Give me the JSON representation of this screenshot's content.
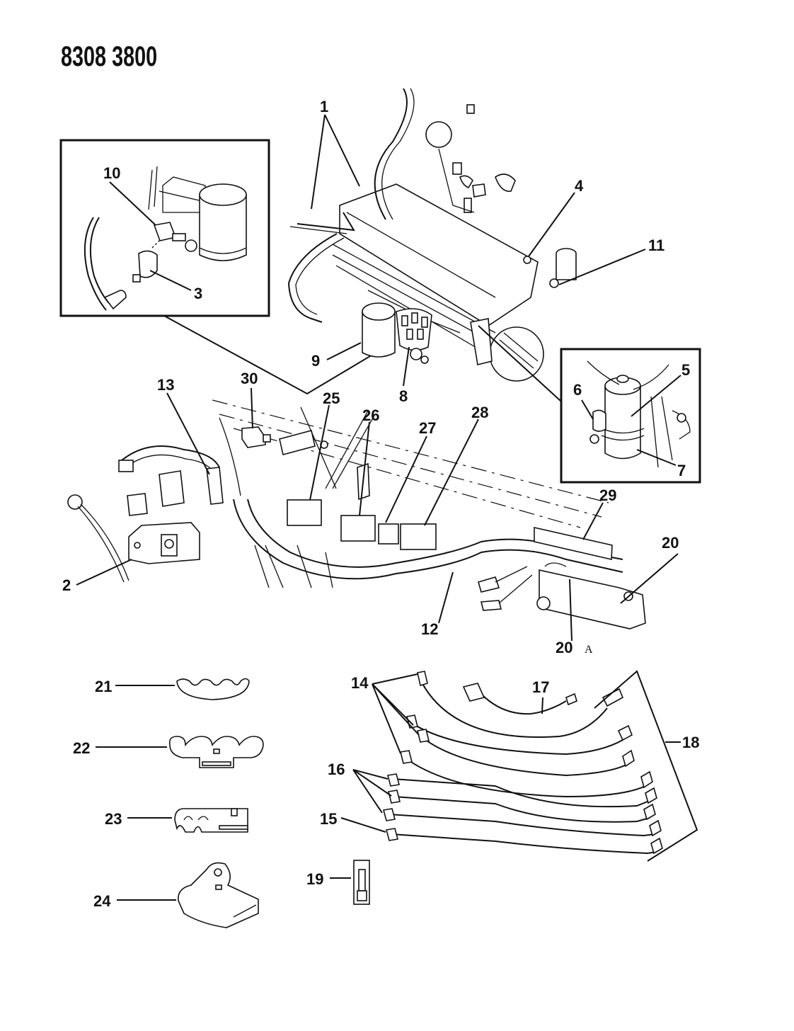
{
  "document": {
    "number": "8308 3800"
  },
  "callouts": {
    "c1": "1",
    "c2": "2",
    "c3": "3",
    "c4": "4",
    "c5": "5",
    "c6": "6",
    "c7": "7",
    "c8": "8",
    "c9": "9",
    "c10": "10",
    "c11": "11",
    "c12": "12",
    "c13": "13",
    "c14": "14",
    "c15": "15",
    "c16": "16",
    "c17": "17",
    "c18": "18",
    "c19": "19",
    "c20": "20",
    "c20a": "20",
    "c20a_suffix": "A",
    "c21": "21",
    "c22": "22",
    "c23": "23",
    "c24": "24",
    "c25": "25",
    "c26": "26",
    "c27": "27",
    "c28": "28",
    "c29": "29",
    "c30": "30"
  }
}
